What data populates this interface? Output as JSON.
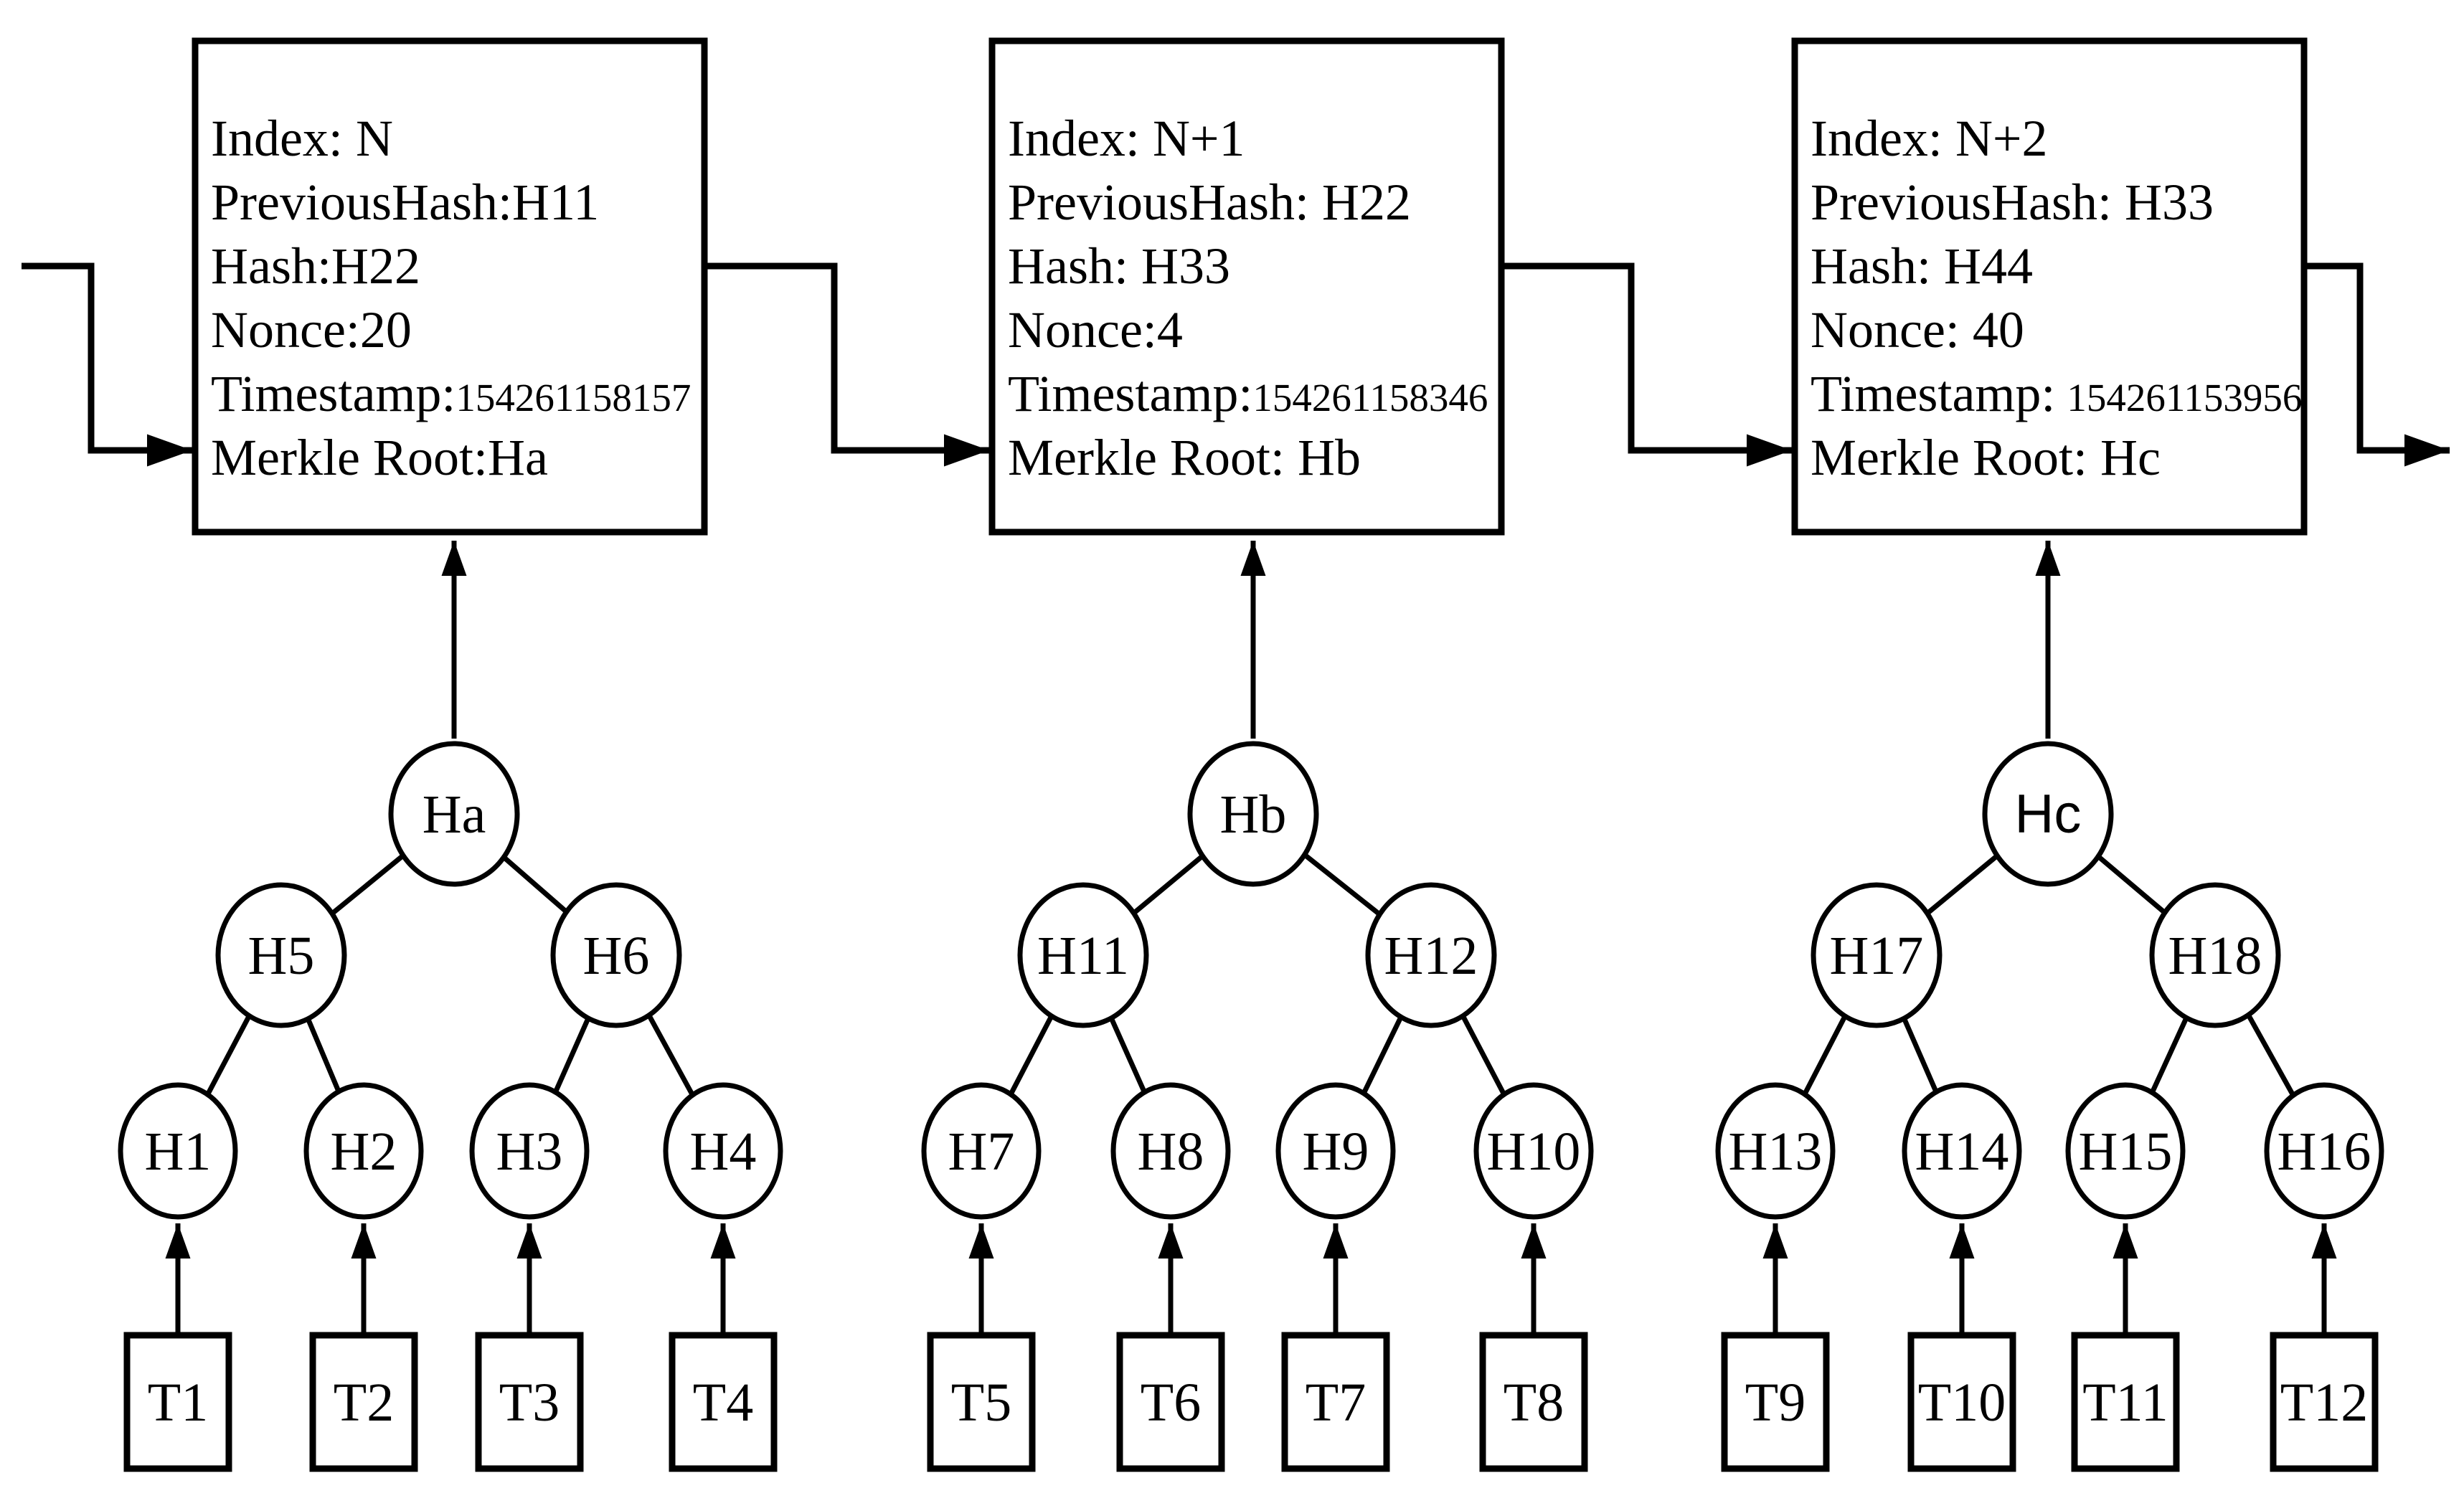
{
  "diagram": {
    "title": "blockchain-merkle-tree-diagram",
    "colors": {
      "ink": "#000000",
      "background": "#ffffff"
    },
    "blocks": [
      {
        "index": "Index: N",
        "previous_hash": "PreviousHash:H11",
        "hash": "Hash:H22",
        "nonce": "Nonce:20",
        "timestamp_label": "Timestamp:",
        "timestamp_value": "154261158157",
        "merkle_root": "Merkle Root:Ha",
        "tree": {
          "root": "Ha",
          "internal": [
            "H5",
            "H6"
          ],
          "leaves": [
            "H1",
            "H2",
            "H3",
            "H4"
          ],
          "transactions": [
            "T1",
            "T2",
            "T3",
            "T4"
          ]
        }
      },
      {
        "index": "Index: N+1",
        "previous_hash": "PreviousHash: H22",
        "hash": "Hash: H33",
        "nonce": "Nonce:4",
        "timestamp_label": "Timestamp:",
        "timestamp_value": "154261158346",
        "merkle_root": "Merkle Root: Hb",
        "tree": {
          "root": "Hb",
          "internal": [
            "H11",
            "H12"
          ],
          "leaves": [
            "H7",
            "H8",
            "H9",
            "H10"
          ],
          "transactions": [
            "T5",
            "T6",
            "T7",
            "T8"
          ]
        }
      },
      {
        "index": "Index: N+2",
        "previous_hash": "PreviousHash: H33",
        "hash": "Hash: H44",
        "nonce": "Nonce: 40",
        "timestamp_label": "Timestamp:",
        "timestamp_value": "154261153956",
        "merkle_root": "Merkle Root: Hc",
        "tree": {
          "root": "Hc",
          "internal": [
            "H17",
            "H18"
          ],
          "leaves": [
            "H13",
            "H14",
            "H15",
            "H16"
          ],
          "transactions": [
            "T9",
            "T10",
            "T11",
            "T12"
          ]
        }
      }
    ]
  }
}
